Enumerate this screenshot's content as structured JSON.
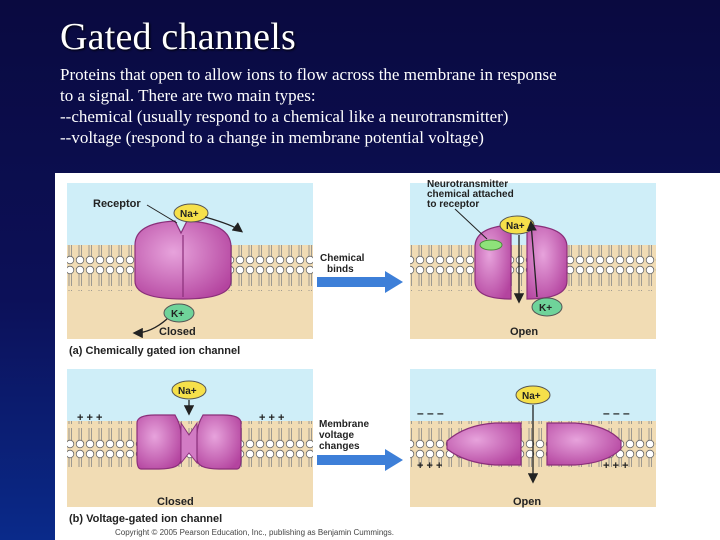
{
  "slide": {
    "title": "Gated channels",
    "lines": [
      "Proteins that open to allow ions to flow across the membrane in response",
      "to a signal.  There are two main types:",
      "--chemical (usually respond to a chemical like a neurotransmitter)",
      "--voltage (respond to a change in membrane potential voltage)"
    ]
  },
  "figure": {
    "panel_a": {
      "receptor_label": "Receptor",
      "na_label": "Na+",
      "k_label": "K+",
      "arrow_label_line1": "Chemical",
      "arrow_label_line2": "binds",
      "nt_label_line1": "Neurotransmitter",
      "nt_label_line2": "chemical attached",
      "nt_label_line3": "to receptor",
      "closed_label": "Closed",
      "open_label": "Open",
      "caption": "(a)  Chemically gated ion channel"
    },
    "panel_b": {
      "na_label": "Na+",
      "plus_signs": "+ + +",
      "minus_signs": "– – –",
      "arrow_label_line1": "Membrane",
      "arrow_label_line2": "voltage",
      "arrow_label_line3": "changes",
      "closed_label": "Closed",
      "open_label": "Open",
      "caption": "(b)  Voltage-gated ion channel"
    },
    "copyright": "Copyright © 2005 Pearson Education, Inc., publishing as Benjamin Cummings.",
    "colors": {
      "extracellular": "#cfeef8",
      "cytoplasm": "#f1dcb4",
      "protein": "#c85bb4",
      "na_ion": "#f6e04a",
      "k_ion": "#6fd39a",
      "neurotransmitter": "#8ee27a",
      "arrow": "#3d7fd8"
    }
  }
}
